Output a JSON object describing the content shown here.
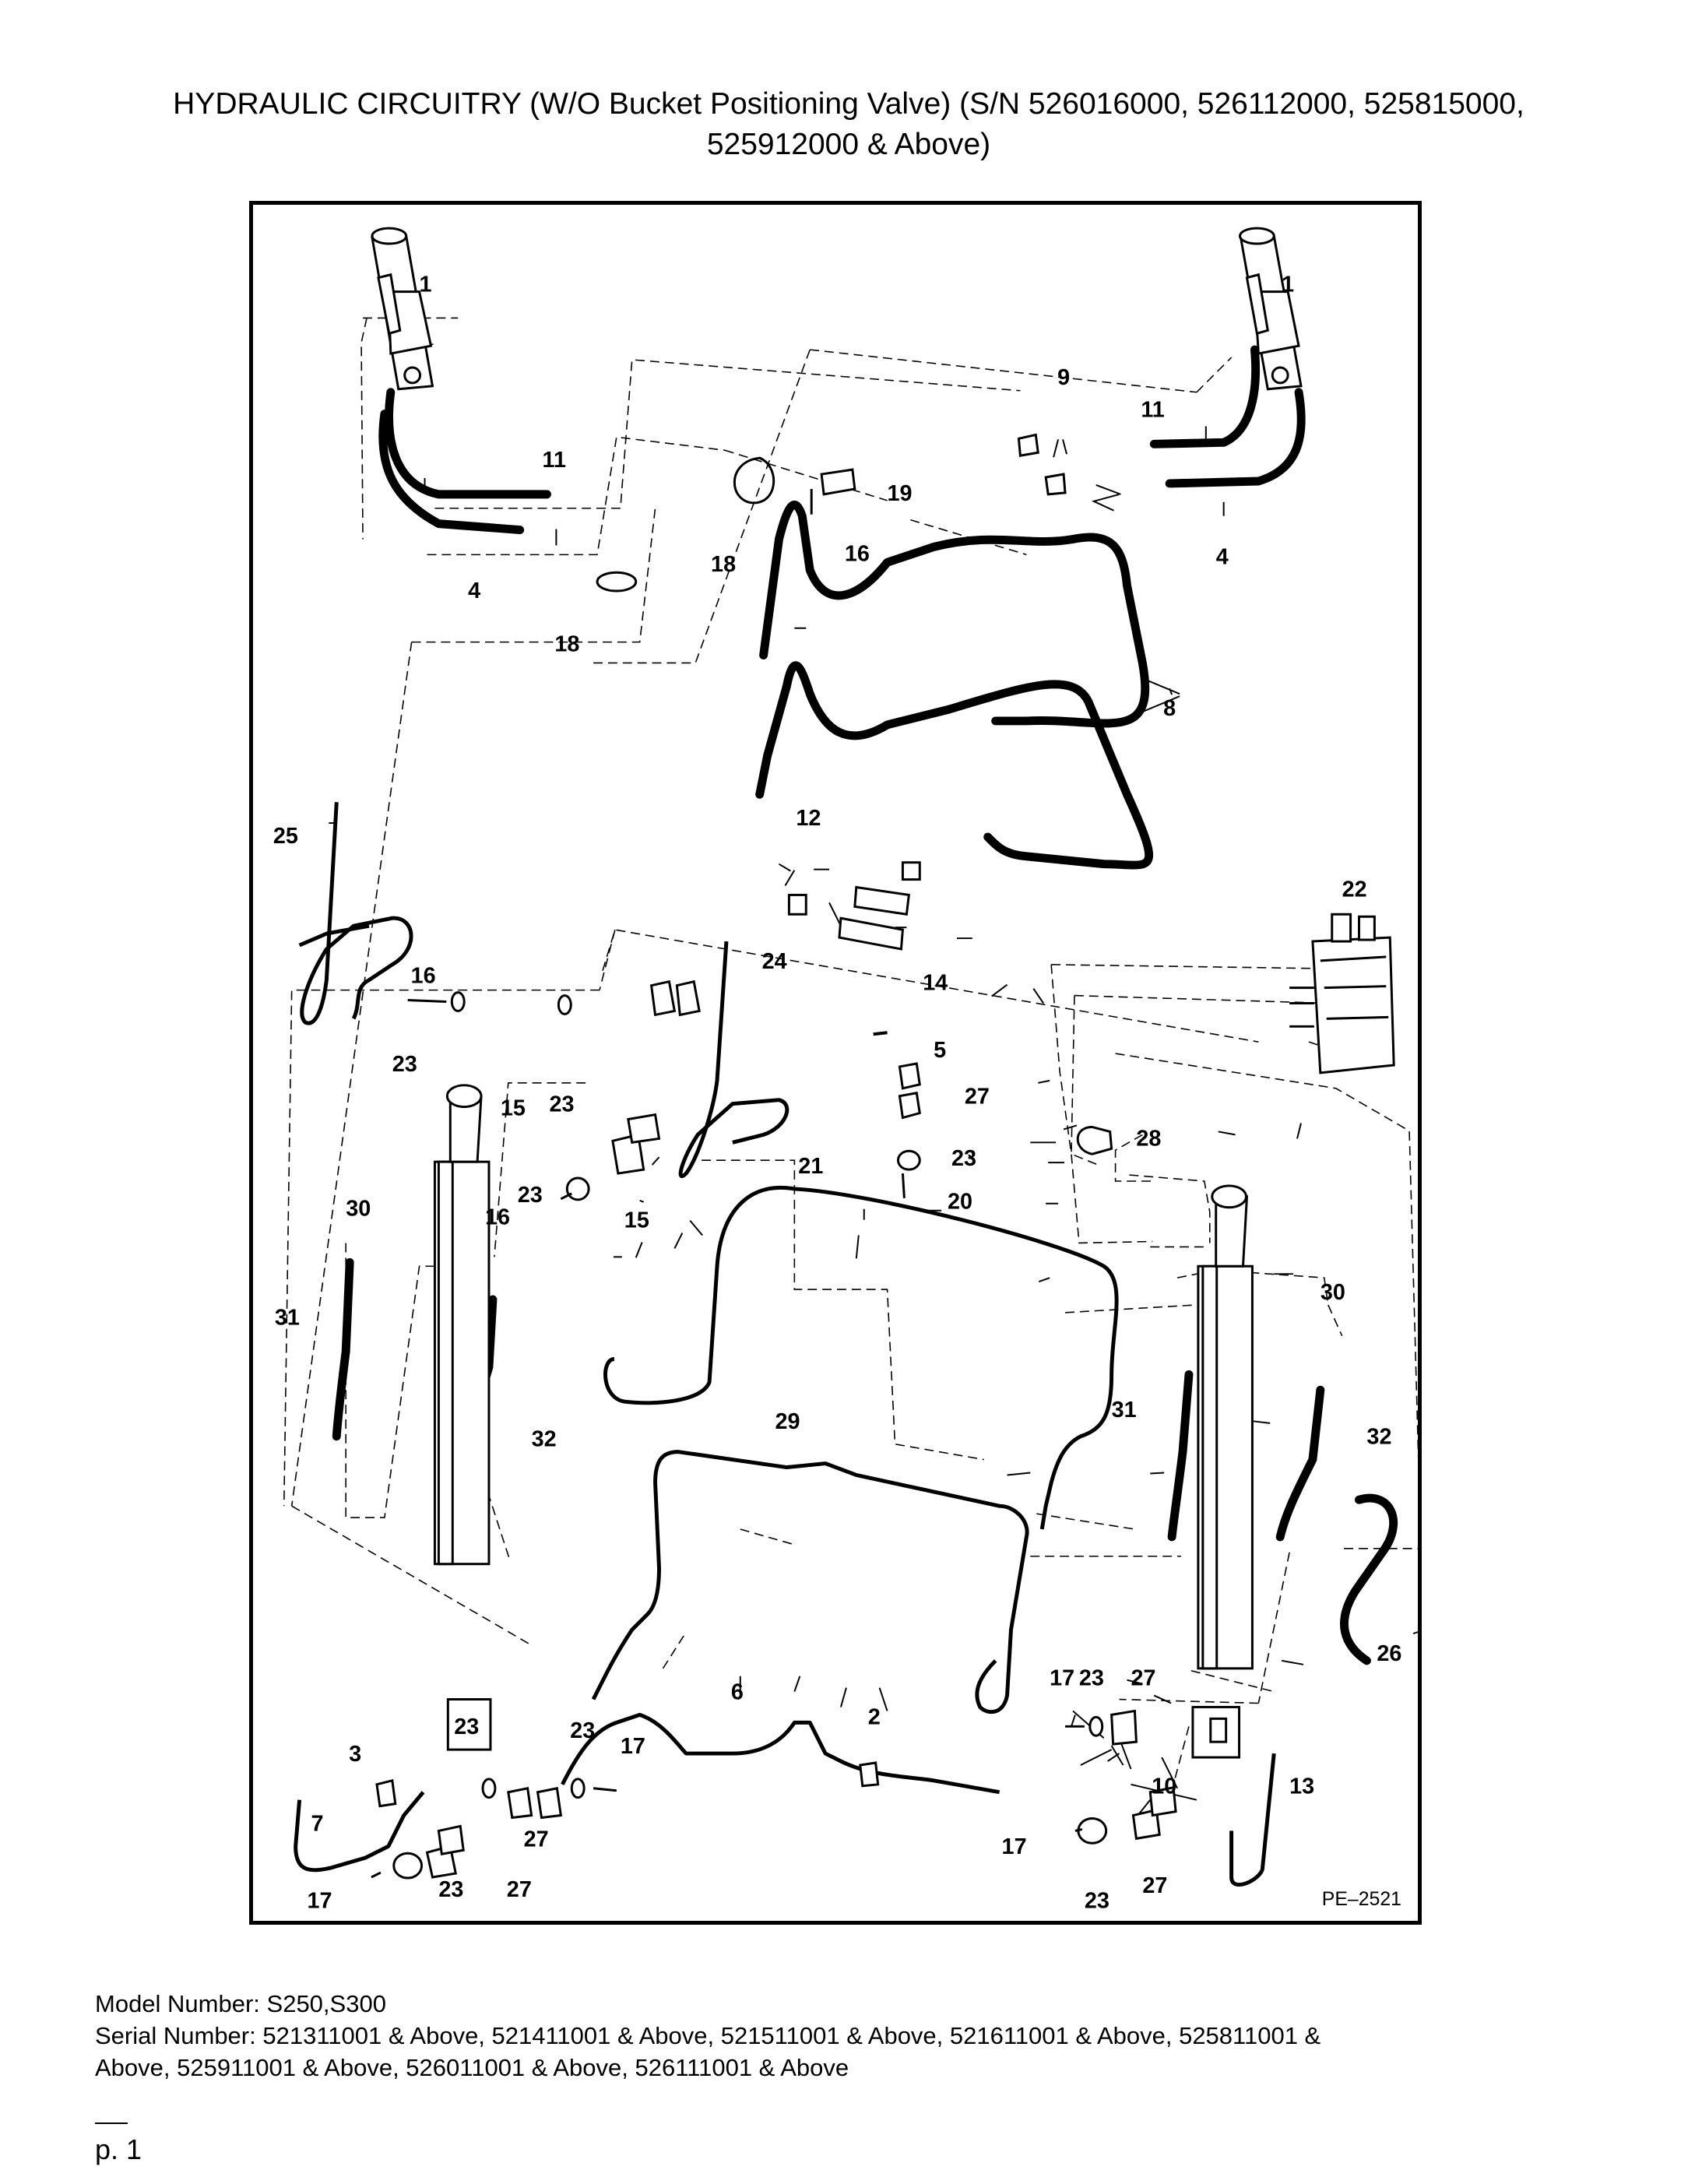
{
  "title": {
    "line1": "HYDRAULIC CIRCUITRY (W/O Bucket Positioning Valve) (S/N 526016000, 526112000, 525815000,",
    "line2": "525912000 & Above)"
  },
  "diagram": {
    "code": "PE–2521",
    "callouts": {
      "c1a": "1",
      "c1b": "1",
      "c11a": "11",
      "c11b": "11",
      "c4a": "4",
      "c4b": "4",
      "c9": "9",
      "c19": "19",
      "c16a": "16",
      "c16b": "16",
      "c16c": "16",
      "c18a": "18",
      "c18b": "18",
      "c8": "8",
      "c25": "25",
      "c12": "12",
      "c22": "22",
      "c24": "24",
      "c14": "14",
      "c5": "5",
      "c27a": "27",
      "c27b": "27",
      "c27c": "27",
      "c27d": "27",
      "c27e": "27",
      "c23a": "23",
      "c23b": "23",
      "c23c": "23",
      "c23d": "23",
      "c23e": "23",
      "c23f": "23",
      "c23g": "23",
      "c23h": "23",
      "c23i": "23",
      "c15a": "15",
      "c15b": "15",
      "c28": "28",
      "c21": "21",
      "c20": "20",
      "c30a": "30",
      "c30b": "30",
      "c31a": "31",
      "c31b": "31",
      "c32a": "32",
      "c32b": "32",
      "c29": "29",
      "c26": "26",
      "c6": "6",
      "c2": "2",
      "c3": "3",
      "c7": "7",
      "c17a": "17",
      "c17b": "17",
      "c17c": "17",
      "c17d": "17",
      "c10": "10",
      "c13": "13"
    }
  },
  "footer": {
    "model": "Model Number: S250,S300",
    "serial1": "Serial Number: 521311001 & Above, 521411001 & Above, 521511001 & Above, 521611001 & Above, 525811001 &",
    "serial2": "Above, 525911001 & Above, 526011001 & Above, 526111001 & Above",
    "page": "p. 1"
  }
}
